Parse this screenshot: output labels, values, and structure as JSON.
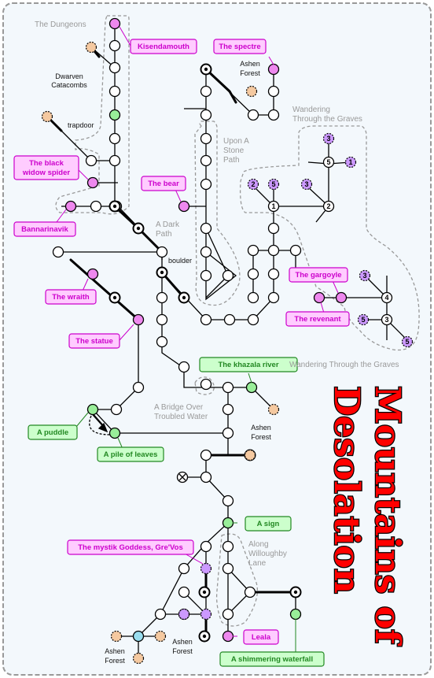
{
  "title": {
    "line1": "Mountains of",
    "line2": "Desolation"
  },
  "regions": {
    "dungeons": "The Dungeons",
    "dwarven": [
      "Dwarven",
      "Catacombs"
    ],
    "stone_path": [
      "Upon A",
      "Stone",
      "Path"
    ],
    "wandering_top": [
      "Wandering",
      "Through the Graves"
    ],
    "dark_path": [
      "A Dark",
      "Path"
    ],
    "wandering_bottom": "Wandering Through the Graves",
    "bridge": [
      "A Bridge Over",
      "Troubled Water"
    ],
    "willoughby": [
      "Along",
      "Willoughby",
      "Lane"
    ]
  },
  "labels": {
    "trapdoor": "trapdoor",
    "boulder": "boulder",
    "ashen_forest": [
      "Ashen",
      "Forest"
    ]
  },
  "callouts": {
    "kisendamouth": "Kisendamouth",
    "spectre": "The spectre",
    "black_widow": [
      "The black",
      "widow spider"
    ],
    "bear": "The bear",
    "bannarinavik": "Bannarinavik",
    "wraith": "The wraith",
    "statue": "The statue",
    "gargoyle": "The gargoyle",
    "revenant": "The revenant",
    "khazala": "The khazala river",
    "puddle": "A puddle",
    "leaves": "A pile of leaves",
    "sign": "A sign",
    "goddess": "The mystik Goddess, Gre'Vos",
    "leala": "Leala",
    "waterfall": "A shimmering waterfall"
  },
  "numbers": {
    "n1": "1",
    "n2": "2",
    "n3": "3",
    "n4": "4",
    "n5": "5"
  },
  "colors": {
    "border": "#999999",
    "page_bg": "#f3f8fc",
    "room_fill": "#ffffff",
    "npc_magenta": "#ee88ee",
    "green_item": "#99ee99",
    "exit_orange": "#f5c9a0",
    "grave_purple": "#cc99ff",
    "cyan_room": "#99ddee",
    "magenta_stroke": "#cc00cc",
    "green_stroke": "#228822",
    "title_red": "#ff0000"
  }
}
